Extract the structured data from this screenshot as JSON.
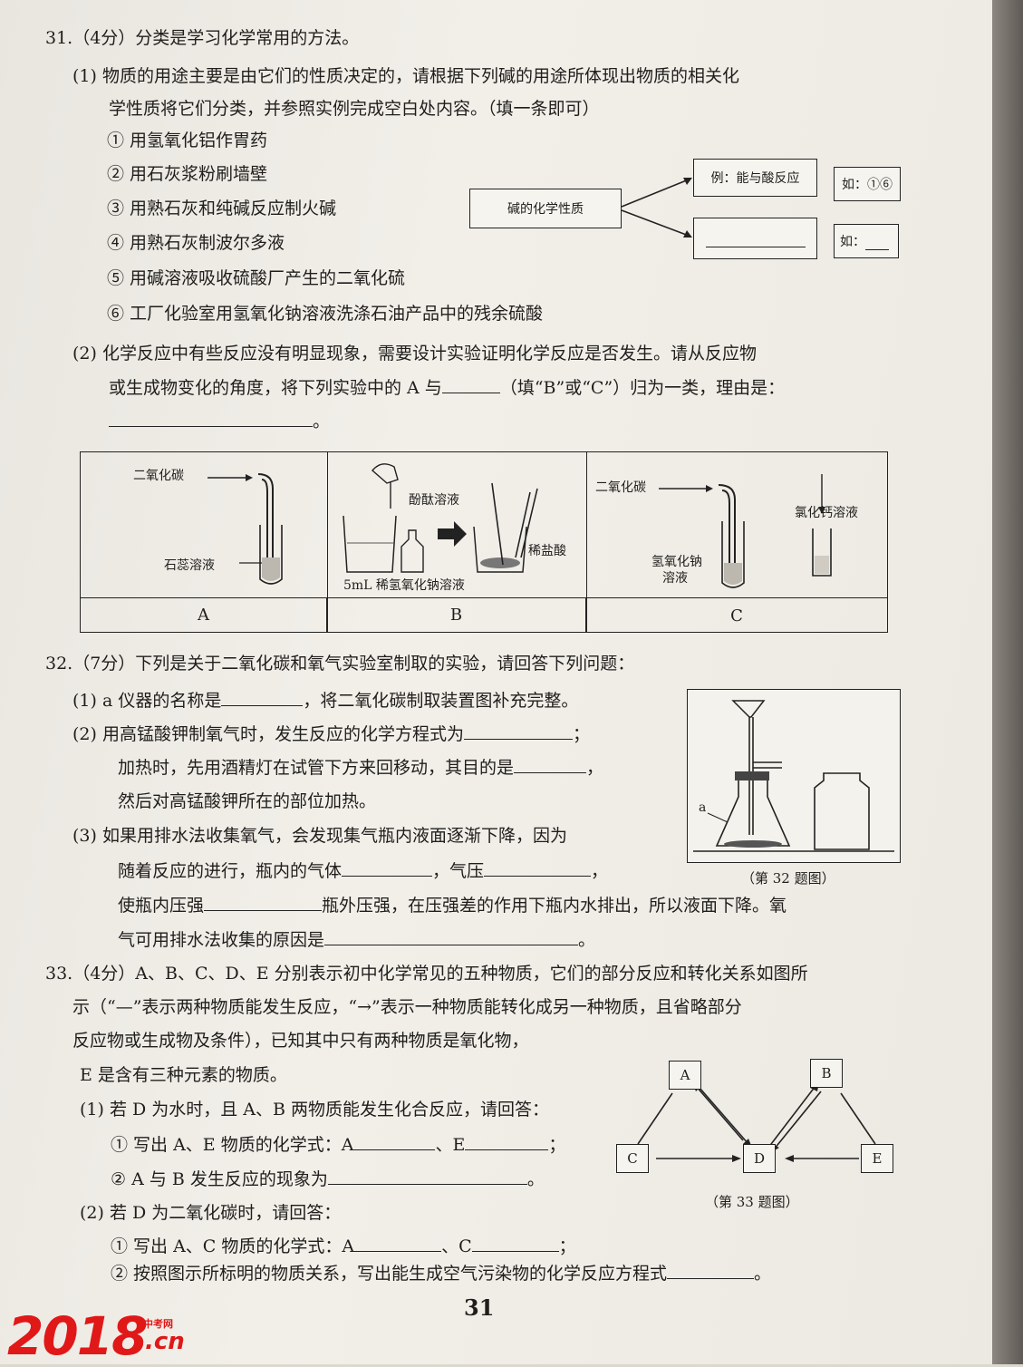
{
  "q31": {
    "header": "31.（4分）分类是学习化学常用的方法。",
    "p1_line1": "(1) 物质的用途主要是由它们的性质决定的，请根据下列碱的用途所体现出物质的相关化",
    "p1_line2": "学性质将它们分类，并参照实例完成空白处内容。（填一条即可）",
    "items": [
      "① 用氢氧化铝作胃药",
      "② 用石灰浆粉刷墙壁",
      "③ 用熟石灰和纯碱反应制火碱",
      "④ 用熟石灰制波尔多液",
      "⑤ 用碱溶液吸收硫酸厂产生的二氧化硫",
      "⑥ 工厂化验室用氢氧化钠溶液洗涤石油产品中的残余硫酸"
    ],
    "diagram": {
      "center": "碱的化学性质",
      "example": "例：能与酸反应",
      "example_ans": "如：①⑥",
      "blank_ans": "如："
    },
    "p2_line1": "(2) 化学反应中有些反应没有明显现象，需要设计实验证明化学反应是否发生。请从反应物",
    "p2_line2a": "或生成物变化的角度，将下列实验中的 A 与",
    "p2_line2b": "（填“B”或“C”）归为一类，理由是：",
    "p2_line3": "。",
    "experiments": {
      "A": {
        "label": "A",
        "gas": "二氧化碳",
        "liquid": "石蕊溶液"
      },
      "B": {
        "label": "B",
        "reagent1": "酚酞溶液",
        "reagent2": "稀盐酸",
        "base": "5mL 稀氢氧化钠溶液"
      },
      "C": {
        "label": "C",
        "gas": "二氧化碳",
        "liquid1": "氢氧化钠",
        "liquid2": "溶液",
        "reagent": "氯化钙溶液"
      }
    }
  },
  "q32": {
    "header": "32.（7分）下列是关于二氧化碳和氧气实验室制取的实验，请回答下列问题：",
    "l1a": "(1) a 仪器的名称是",
    "l1b": "，将二氧化碳制取装置图补充完整。",
    "l2a": "(2) 用高锰酸钾制氧气时，发生反应的化学方程式为",
    "l2b": "；",
    "l3": "加热时，先用酒精灯在试管下方来回移动，其目的是",
    "l3b": "，",
    "l4": "然后对高锰酸钾所在的部位加热。",
    "l5": "(3) 如果用排水法收集氧气，会发现集气瓶内液面逐渐下降，因为",
    "l6a": "随着反应的进行，瓶内的气体",
    "l6b": "，气压",
    "l6c": "，",
    "l7a": "使瓶内压强",
    "l7b": "瓶外压强，在压强差的作用下瓶内水排出，所以液面下降。氧",
    "l8a": "气可用排水法收集的原因是",
    "l8b": "。",
    "fig_label": "a",
    "fig_caption": "（第 32 题图）"
  },
  "q33": {
    "header": "33.（4分）A、B、C、D、E 分别表示初中化学常见的五种物质，它们的部分反应和转化关系如图所",
    "l1": "示（“—”表示两种物质能发生反应，“→”表示一种物质能转化成另一种物质，且省略部分",
    "l2": "反应物或生成物及条件），已知其中只有两种物质是氧化物，",
    "l3": "E 是含有三种元素的物质。",
    "s1": "(1) 若 D 为水时，且 A、B 两物质能发生化合反应，请回答：",
    "s1a": "① 写出 A、E 物质的化学式：A",
    "s1a2": "、E",
    "s1a3": "；",
    "s1b": "② A 与 B 发生反应的现象为",
    "s1b2": "。",
    "s2": "(2) 若 D 为二氧化碳时，请回答：",
    "s2a": "① 写出 A、C 物质的化学式：A",
    "s2a2": "、C",
    "s2a3": "；",
    "s2b": "② 按照图示所标明的物质关系，写出能生成空气污染物的化学反应方程式",
    "s2b2": "。",
    "nodes": [
      "A",
      "B",
      "C",
      "D",
      "E"
    ],
    "fig_caption": "（第 33 题图）"
  },
  "page_number": "31",
  "watermark": {
    "year": "2018",
    "site": "中考网",
    "tld": ".cn"
  }
}
